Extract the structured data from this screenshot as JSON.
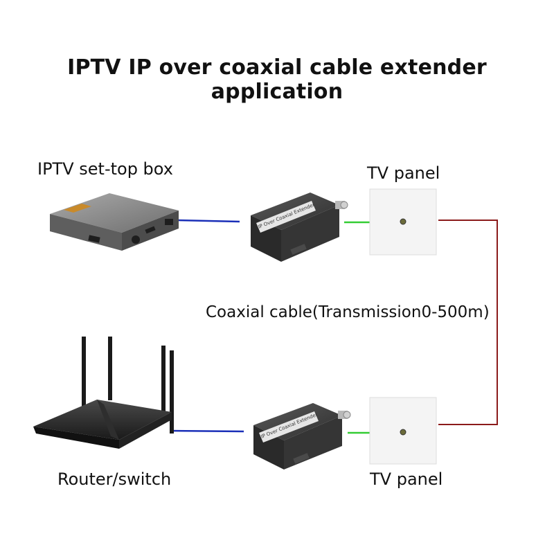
{
  "title": "IPTV IP over coaxial cable extender application",
  "labels": {
    "set_top_box": "IPTV set-top box",
    "tv_panel_top": "TV panel",
    "coaxial_cable": "Coaxial cable(Transmission0-500m)",
    "router_switch": "Router/switch",
    "tv_panel_bottom": "TV panel"
  },
  "extender_text": "IP Over Coaxial Extender",
  "colors": {
    "ethernet_cable": "#1a2fb8",
    "coax_short_cable": "#33cc33",
    "coax_long_cable": "#8b1a1a",
    "device_body": "#3a3a3a",
    "tv_panel": "#f4f4f4"
  }
}
